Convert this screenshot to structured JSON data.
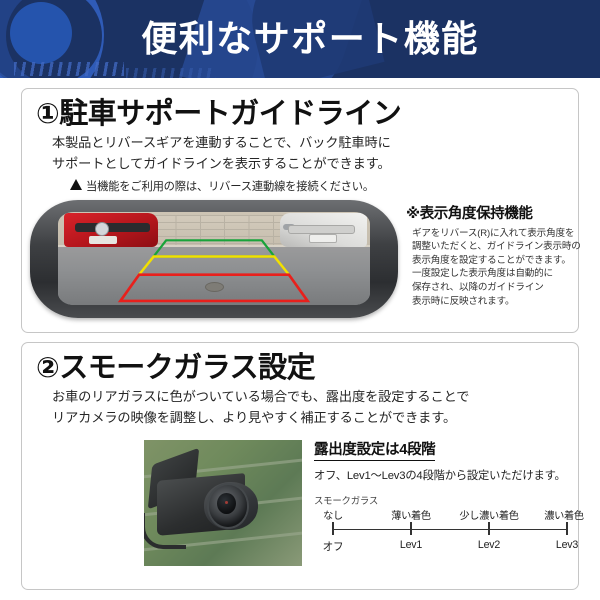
{
  "header": {
    "title": "便利なサポート機能",
    "background_color": "#1b3263",
    "text_color": "#ffffff"
  },
  "sections": [
    {
      "number": "①",
      "title": "駐車サポートガイドライン",
      "body": [
        "本製品とリバースギアを連動することで、バック駐車時に",
        "サポートとしてガイドラインを表示することができます。"
      ],
      "note": {
        "icon": "warning-triangle-icon",
        "text": "当機能をご利用の際は、リバース連動線を接続ください。"
      },
      "photo": {
        "alt": "rearview-mirror-dashcam-with-parking-guidelines",
        "guideline_colors": [
          "#19a33a",
          "#f2e000",
          "#e8201c"
        ]
      },
      "side_note": {
        "title": "※表示角度保持機能",
        "body": [
          "ギアをリバース(R)に入れて表示角度を",
          "調整いただくと、ガイドライン表示時の",
          "表示角度を設定することができます。",
          "一度設定した表示角度は自動的に",
          "保存され、以降のガイドライン",
          "表示時に反映されます。"
        ]
      }
    },
    {
      "number": "②",
      "title": "スモークガラス設定",
      "body": [
        "お車のリアガラスに色がついている場合でも、露出度を設定することで",
        "リアカメラの映像を調整し、より見やすく補正することができます。"
      ],
      "photo": {
        "alt": "rear-camera-mounted-on-tinted-glass"
      },
      "exposure": {
        "title": "露出度設定は4段階",
        "subtitle": "オフ、Lev1〜Lev3の4段階から設定いただけます。",
        "scale_caption": "スモークガラス",
        "levels": [
          {
            "top_label": "なし",
            "bottom_label": "オフ",
            "position_pct": 0
          },
          {
            "top_label": "薄い着色",
            "bottom_label": "Lev1",
            "position_pct": 33.3
          },
          {
            "top_label": "少し濃い着色",
            "bottom_label": "Lev2",
            "position_pct": 66.6
          },
          {
            "top_label": "濃い着色",
            "bottom_label": "Lev3",
            "position_pct": 100
          }
        ]
      }
    }
  ]
}
